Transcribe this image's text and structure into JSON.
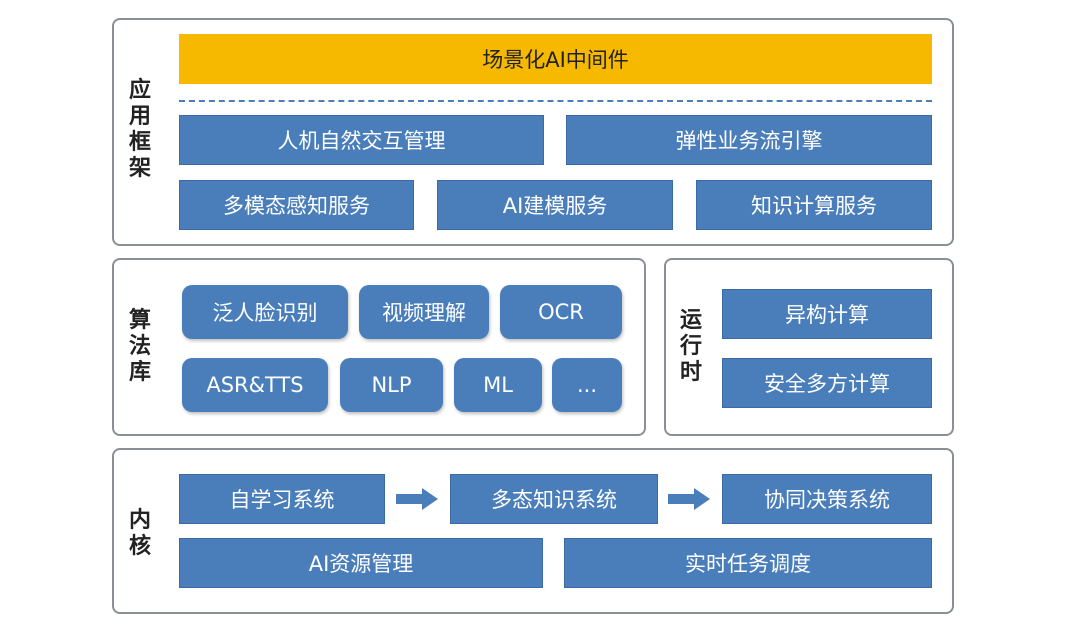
{
  "app_framework": {
    "label": [
      "应",
      "用",
      "框",
      "架"
    ],
    "banner": "场景化AI中间件",
    "row1": [
      "人机自然交互管理",
      "弹性业务流引擎"
    ],
    "row2": [
      "多模态感知服务",
      "AI建模服务",
      "知识计算服务"
    ]
  },
  "algorithm_library": {
    "label": [
      "算",
      "法",
      "库"
    ],
    "row1": [
      "泛人脸识别",
      "视频理解",
      "OCR"
    ],
    "row2": [
      "ASR&TTS",
      "NLP",
      "ML",
      "..."
    ]
  },
  "runtime": {
    "label": [
      "运",
      "行",
      "时"
    ],
    "items": [
      "异构计算",
      "安全多方计算"
    ]
  },
  "kernel": {
    "label": [
      "内",
      "核"
    ],
    "row1": [
      "自学习系统",
      "多态知识系统",
      "协同决策系统"
    ],
    "row2": [
      "AI资源管理",
      "实时任务调度"
    ]
  },
  "colors": {
    "box_blue": "#4a7ebb",
    "banner_yellow": "#f6b900",
    "panel_border": "#8a8f97"
  }
}
